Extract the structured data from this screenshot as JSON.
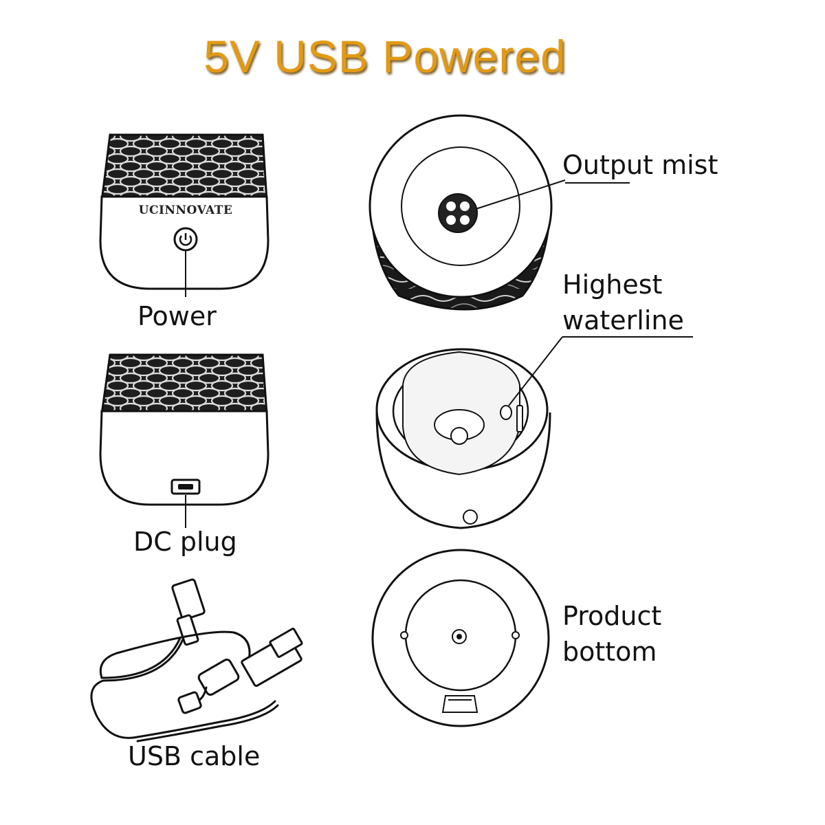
{
  "headline": "5V USB Powered",
  "colors": {
    "headline": "#e29a14",
    "ink": "#111111",
    "paper": "#ffffff"
  },
  "labels": {
    "brand": "UCINNOVATE",
    "power": "Power",
    "dc_plug": "DC plug",
    "usb_cable": "USB cable",
    "output_mist": "Output mist",
    "highest_waterline_1": "Highest",
    "highest_waterline_2": "waterline",
    "product_bottom_1": "Product",
    "product_bottom_2": "bottom"
  },
  "icons": [
    "power-icon",
    "micro-usb-port-icon",
    "usb-cable-icon",
    "mist-nozzle-icon"
  ]
}
